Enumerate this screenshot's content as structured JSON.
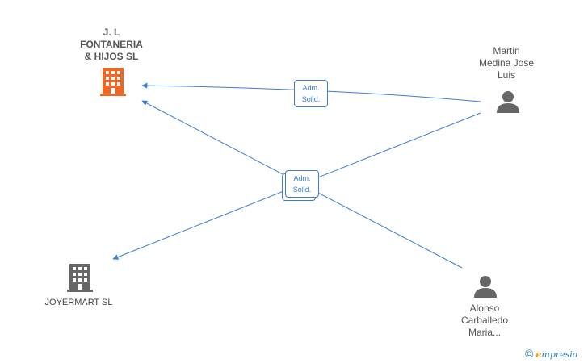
{
  "nodes": {
    "company_main": {
      "label_lines": [
        "J. L",
        "FONTANERIA",
        "& HIJOS  SL"
      ],
      "icon": "building-icon",
      "color": "#f26522"
    },
    "company_secondary": {
      "label_lines": [
        "JOYERMART  SL"
      ],
      "icon": "building-icon",
      "color": "#666666"
    },
    "person_martin": {
      "label_lines": [
        "Martin",
        "Medina Jose",
        "Luis"
      ],
      "icon": "person-icon",
      "color": "#666666"
    },
    "person_alonso": {
      "label_lines": [
        "Alonso",
        "Carballedo",
        "Maria..."
      ],
      "icon": "person-icon",
      "color": "#666666"
    }
  },
  "edges": [
    {
      "from": "person_martin",
      "to": "company_main",
      "label_lines": [
        "Adm.",
        "Solid."
      ]
    },
    {
      "from": "person_martin",
      "to": "company_secondary",
      "label_lines": [
        "Adm.",
        "Solid."
      ]
    },
    {
      "from": "person_alonso",
      "to": "company_main",
      "label_lines": [
        "Adm.",
        "Solid."
      ]
    }
  ],
  "colors": {
    "edge": "#3a7dd1"
  },
  "watermark": {
    "copyright": "©",
    "brand_first": "e",
    "brand_rest": "mpresia"
  }
}
